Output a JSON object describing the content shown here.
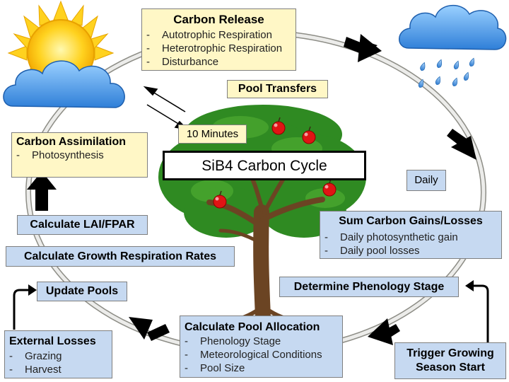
{
  "carbon_release": {
    "title": "Carbon Release",
    "items": [
      "Autotrophic Respiration",
      "Heterotrophic Respiration",
      "Disturbance"
    ]
  },
  "pool_transfers": {
    "title": "Pool Transfers"
  },
  "carbon_assimilation": {
    "title": "Carbon Assimilation",
    "items": [
      "Photosynthesis"
    ]
  },
  "ten_minutes": {
    "label": "10 Minutes"
  },
  "sib4": {
    "title": "SiB4 Carbon Cycle"
  },
  "daily": {
    "label": "Daily"
  },
  "calc_lai": {
    "title": "Calculate LAI/FPAR"
  },
  "sum_carbon": {
    "title": "Sum Carbon Gains/Losses",
    "items": [
      "Daily photosynthetic gain",
      "Daily pool losses"
    ]
  },
  "calc_growth": {
    "title": "Calculate Growth Respiration Rates"
  },
  "update_pools": {
    "title": "Update Pools"
  },
  "phenology": {
    "title": "Determine Phenology Stage"
  },
  "external_losses": {
    "title": "External Losses",
    "items": [
      "Grazing",
      "Harvest"
    ]
  },
  "pool_allocation": {
    "title": "Calculate Pool Allocation",
    "items": [
      "Phenology Stage",
      "Meteorological Conditions",
      "Pool Size"
    ]
  },
  "trigger": {
    "line1": "Trigger Growing",
    "line2": "Season Start"
  },
  "bullet_dash": "-",
  "colors": {
    "yellow_box": "#fff7c6",
    "blue_box": "#c6d9f1",
    "cycle_ring": "#dcdcd6",
    "arrow": "#000000"
  },
  "icons": [
    "sun-icon",
    "cloud-icon",
    "rain-cloud-icon",
    "tree-icon",
    "apple-icon"
  ]
}
